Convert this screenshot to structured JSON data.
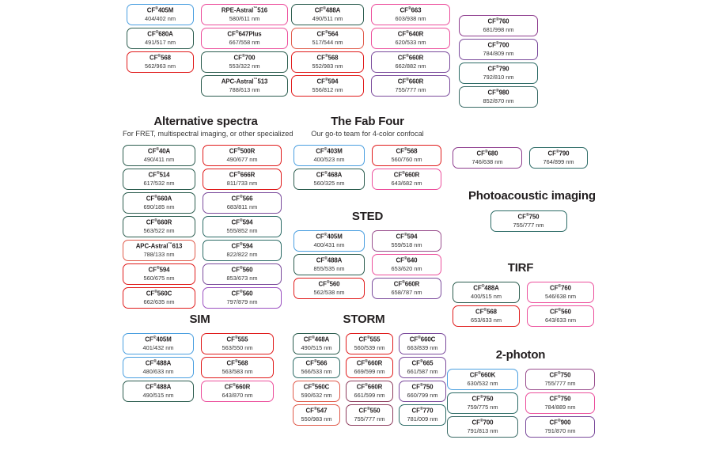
{
  "sections": [
    {
      "id": "top-left",
      "title": "",
      "subtitle": "",
      "columns": [
        {
          "chips": [
            {
              "name": "CF",
              "reg": "®",
              "suffix": "405M",
              "wl": "404/402 nm",
              "color": "#4a9fe0"
            },
            {
              "name": "CF",
              "reg": "®",
              "suffix": "680A",
              "wl": "491/517 nm",
              "color": "#2c5d4f"
            },
            {
              "name": "CF",
              "reg": "®",
              "suffix": "568",
              "wl": "562/963 nm",
              "color": "#e01b1b"
            }
          ]
        },
        {
          "chips": [
            {
              "name": "RPE-Astral",
              "reg": "™",
              "suffix": "516",
              "wl": "580/611 nm",
              "color": "#ec4f9c"
            },
            {
              "name": "CF",
              "reg": "®",
              "suffix": "647Plus",
              "wl": "667/558 nm",
              "color": "#ec4f9c"
            },
            {
              "name": "CF",
              "reg": "®",
              "suffix": "700",
              "wl": "553/322 nm",
              "color": "#2c5d4f"
            },
            {
              "name": "APC-Astral",
              "reg": "™",
              "suffix": "513",
              "wl": "788/613 nm",
              "color": "#2c5d4f"
            }
          ]
        }
      ]
    },
    {
      "id": "top-mid",
      "title": "",
      "subtitle": "",
      "columns": [
        {
          "chips": [
            {
              "name": "CF",
              "reg": "®",
              "suffix": "488A",
              "wl": "490/511 nm",
              "color": "#2c5d4f"
            },
            {
              "name": "CF",
              "reg": "®",
              "suffix": "564",
              "wl": "517/544 nm",
              "color": "#e05a4a"
            },
            {
              "name": "CF",
              "reg": "®",
              "suffix": "568",
              "wl": "552/983 nm",
              "color": "#e01b1b"
            },
            {
              "name": "CF",
              "reg": "®",
              "suffix": "594",
              "wl": "556/812 nm",
              "color": "#e01b1b"
            }
          ]
        },
        {
          "chips": [
            {
              "name": "CF",
              "reg": "®",
              "suffix": "663",
              "wl": "603/938 nm",
              "color": "#ec4f9c"
            },
            {
              "name": "CF",
              "reg": "®",
              "suffix": "640R",
              "wl": "620/533 nm",
              "color": "#ec4f9c"
            },
            {
              "name": "CF",
              "reg": "®",
              "suffix": "660R",
              "wl": "662/882 nm",
              "color": "#7b4b9c"
            },
            {
              "name": "CF",
              "reg": "®",
              "suffix": "660R",
              "wl": "755/777 nm",
              "color": "#7b4b9c"
            }
          ]
        }
      ]
    },
    {
      "id": "top-right",
      "title": "",
      "subtitle": "",
      "columns": [
        {
          "chips": [
            {
              "name": "CF",
              "reg": "®",
              "suffix": "760",
              "wl": "681/998 nm",
              "color": "#8e3d8e"
            },
            {
              "name": "CF",
              "reg": "®",
              "suffix": "700",
              "wl": "784/809 nm",
              "color": "#7b4b9c"
            },
            {
              "name": "CF",
              "reg": "®",
              "suffix": "790",
              "wl": "792/810 nm",
              "color": "#2c6b66"
            },
            {
              "name": "CF",
              "reg": "®",
              "suffix": "980",
              "wl": "852/870 nm",
              "color": "#3a6b66"
            }
          ]
        }
      ]
    },
    {
      "id": "alternative-spectra",
      "title": "Alternative spectra",
      "subtitle": "For FRET, multispectral imaging, or other specialized",
      "columns": [
        {
          "chips": [
            {
              "name": "CF",
              "reg": "®",
              "suffix": "40A",
              "wl": "490/411 nm",
              "color": "#2c5d4f"
            },
            {
              "name": "CF",
              "reg": "®",
              "suffix": "514",
              "wl": "617/532 nm",
              "color": "#2c5d4f"
            },
            {
              "name": "CF",
              "reg": "®",
              "suffix": "660A",
              "wl": "690/185 nm",
              "color": "#2c5d4f"
            },
            {
              "name": "CF",
              "reg": "®",
              "suffix": "660R",
              "wl": "563/522 nm",
              "color": "#2c5d4f"
            },
            {
              "name": "APC-Astral",
              "reg": "™",
              "suffix": "613",
              "wl": "788/133 nm",
              "color": "#e05a4a"
            },
            {
              "name": "CF",
              "reg": "®",
              "suffix": "594",
              "wl": "560/675 nm",
              "color": "#e01b1b"
            },
            {
              "name": "CF",
              "reg": "®",
              "suffix": "560C",
              "wl": "662/635 nm",
              "color": "#e01b1b"
            }
          ]
        },
        {
          "chips": [
            {
              "name": "CF",
              "reg": "®",
              "suffix": "500R",
              "wl": "490/677 nm",
              "color": "#e01b1b"
            },
            {
              "name": "CF",
              "reg": "®",
              "suffix": "666R",
              "wl": "811/733 nm",
              "color": "#e01b1b"
            },
            {
              "name": "CF",
              "reg": "®",
              "suffix": "566",
              "wl": "683/811 nm",
              "color": "#7b4b9c"
            },
            {
              "name": "CF",
              "reg": "®",
              "suffix": "594",
              "wl": "555/852 nm",
              "color": "#2c6b66"
            },
            {
              "name": "CF",
              "reg": "®",
              "suffix": "594",
              "wl": "822/822 nm",
              "color": "#2c6b66"
            },
            {
              "name": "CF",
              "reg": "®",
              "suffix": "560",
              "wl": "853/673 nm",
              "color": "#7b4b9c"
            },
            {
              "name": "CF",
              "reg": "®",
              "suffix": "560",
              "wl": "797/879 nm",
              "color": "#9a4fc0"
            }
          ]
        }
      ]
    },
    {
      "id": "fab-four",
      "title": "The Fab Four",
      "subtitle": "Our go-to team for 4-color confocal",
      "columns": [
        {
          "chips": [
            {
              "name": "CF",
              "reg": "®",
              "suffix": "403M",
              "wl": "400/523 nm",
              "color": "#4a9fe0"
            },
            {
              "name": "CF",
              "reg": "®",
              "suffix": "468A",
              "wl": "560/325 nm",
              "color": "#2c5d4f"
            }
          ]
        },
        {
          "chips": [
            {
              "name": "CF",
              "reg": "®",
              "suffix": "568",
              "wl": "560/760 nm",
              "color": "#e01b1b"
            },
            {
              "name": "CF",
              "reg": "®",
              "suffix": "660R",
              "wl": "643/682 nm",
              "color": "#ec4f9c"
            }
          ]
        }
      ]
    },
    {
      "id": "sted",
      "title": "STED",
      "subtitle": "",
      "columns": [
        {
          "chips": [
            {
              "name": "CF",
              "reg": "®",
              "suffix": "405M",
              "wl": "400/431 nm",
              "color": "#4a9fe0"
            },
            {
              "name": "CF",
              "reg": "®",
              "suffix": "488A",
              "wl": "855/535 nm",
              "color": "#2c5d4f"
            },
            {
              "name": "CF",
              "reg": "®",
              "suffix": "560",
              "wl": "562/538 nm",
              "color": "#e01b1b"
            }
          ]
        },
        {
          "chips": [
            {
              "name": "CF",
              "reg": "®",
              "suffix": "594",
              "wl": "559/518 nm",
              "color": "#9a4f8e"
            },
            {
              "name": "CF",
              "reg": "®",
              "suffix": "640",
              "wl": "653/620 nm",
              "color": "#ec4f9c"
            },
            {
              "name": "CF",
              "reg": "®",
              "suffix": "660R",
              "wl": "658/787 nm",
              "color": "#7b4b9c"
            }
          ]
        }
      ]
    },
    {
      "id": "photoacoustic",
      "title": "Photoacoustic imaging",
      "subtitle": "",
      "columns": [
        {
          "chips": [
            {
              "name": "CF",
              "reg": "®",
              "suffix": "750",
              "wl": "755/777 nm",
              "color": "#2c6b66"
            }
          ]
        }
      ]
    },
    {
      "id": "pa-top",
      "title": "",
      "subtitle": "",
      "columns": [
        {
          "chips": [
            {
              "name": "CF",
              "reg": "®",
              "suffix": "680",
              "wl": "746/638 nm",
              "color": "#8e3d8e"
            }
          ]
        },
        {
          "chips": [
            {
              "name": "CF",
              "reg": "®",
              "suffix": "790",
              "wl": "764/899 nm",
              "color": "#2c6b66"
            }
          ]
        }
      ]
    },
    {
      "id": "tirf",
      "title": "TIRF",
      "subtitle": "",
      "columns": [
        {
          "chips": [
            {
              "name": "CF",
              "reg": "®",
              "suffix": "488A",
              "wl": "400/515 nm",
              "color": "#2c5d4f"
            },
            {
              "name": "CF",
              "reg": "®",
              "suffix": "568",
              "wl": "653/633 nm",
              "color": "#e01b1b"
            }
          ]
        },
        {
          "chips": [
            {
              "name": "CF",
              "reg": "®",
              "suffix": "760",
              "wl": "546/638 nm",
              "color": "#ec4f9c"
            },
            {
              "name": "CF",
              "reg": "®",
              "suffix": "560",
              "wl": "643/633 nm",
              "color": "#ec4f9c"
            }
          ]
        }
      ]
    },
    {
      "id": "two-photon",
      "title": "2-photon",
      "subtitle": "",
      "columns": [
        {
          "chips": [
            {
              "name": "CF",
              "reg": "®",
              "suffix": "660K",
              "wl": "630/532 nm",
              "color": "#4a9fe0"
            },
            {
              "name": "CF",
              "reg": "®",
              "suffix": "750",
              "wl": "759/775 nm",
              "color": "#2c6b66"
            },
            {
              "name": "CF",
              "reg": "®",
              "suffix": "700",
              "wl": "791/813 nm",
              "color": "#3a6b66"
            }
          ]
        },
        {
          "chips": [
            {
              "name": "CF",
              "reg": "®",
              "suffix": "750",
              "wl": "755/777 nm",
              "color": "#9a4f8e"
            },
            {
              "name": "CF",
              "reg": "®",
              "suffix": "750",
              "wl": "784/889 nm",
              "color": "#ec4f9c"
            },
            {
              "name": "CF",
              "reg": "®",
              "suffix": "900",
              "wl": "791/870 nm",
              "color": "#7b4b9c"
            }
          ]
        }
      ]
    },
    {
      "id": "sim",
      "title": "SIM",
      "subtitle": "",
      "columns": [
        {
          "chips": [
            {
              "name": "CF",
              "reg": "®",
              "suffix": "405M",
              "wl": "401/432 nm",
              "color": "#4a9fe0"
            },
            {
              "name": "CF",
              "reg": "®",
              "suffix": "488A",
              "wl": "480/633 nm",
              "color": "#4a9fe0"
            },
            {
              "name": "CF",
              "reg": "®",
              "suffix": "488A",
              "wl": "490/515 nm",
              "color": "#2c5d4f"
            }
          ]
        },
        {
          "chips": [
            {
              "name": "CF",
              "reg": "®",
              "suffix": "555",
              "wl": "563/550 nm",
              "color": "#e01b1b"
            },
            {
              "name": "CF",
              "reg": "®",
              "suffix": "568",
              "wl": "563/583 nm",
              "color": "#e01b1b"
            },
            {
              "name": "CF",
              "reg": "®",
              "suffix": "660R",
              "wl": "643/870 nm",
              "color": "#ec4f9c"
            }
          ]
        }
      ]
    },
    {
      "id": "storm",
      "title": "STORM",
      "subtitle": "",
      "columns": [
        {
          "chips": [
            {
              "name": "CF",
              "reg": "®",
              "suffix": "468A",
              "wl": "490/515 nm",
              "color": "#2c5d4f"
            },
            {
              "name": "CF",
              "reg": "®",
              "suffix": "566",
              "wl": "566/533 nm",
              "color": "#2c6b66"
            },
            {
              "name": "CF",
              "reg": "®",
              "suffix": "560C",
              "wl": "590/632 nm",
              "color": "#e05a4a"
            },
            {
              "name": "CF",
              "reg": "®",
              "suffix": "547",
              "wl": "550/983 nm",
              "color": "#e05a4a"
            }
          ]
        },
        {
          "chips": [
            {
              "name": "CF",
              "reg": "®",
              "suffix": "555",
              "wl": "560/539 nm",
              "color": "#e01b1b"
            },
            {
              "name": "CF",
              "reg": "®",
              "suffix": "660R",
              "wl": "669/599 nm",
              "color": "#e01b1b"
            },
            {
              "name": "CF",
              "reg": "®",
              "suffix": "660R",
              "wl": "661/599 nm",
              "color": "#8e3d5e"
            },
            {
              "name": "CF",
              "reg": "®",
              "suffix": "550",
              "wl": "755/777 nm",
              "color": "#8e3d5e"
            }
          ]
        },
        {
          "chips": [
            {
              "name": "CF",
              "reg": "®",
              "suffix": "660C",
              "wl": "663/839 nm",
              "color": "#7b4b9c"
            },
            {
              "name": "CF",
              "reg": "®",
              "suffix": "665",
              "wl": "661/587 nm",
              "color": "#7b4b9c"
            },
            {
              "name": "CF",
              "reg": "®",
              "suffix": "750",
              "wl": "660/799 nm",
              "color": "#7b4b9c"
            },
            {
              "name": "CF",
              "reg": "®",
              "suffix": "770",
              "wl": "781/009 nm",
              "color": "#2c6b66"
            }
          ]
        }
      ]
    }
  ]
}
